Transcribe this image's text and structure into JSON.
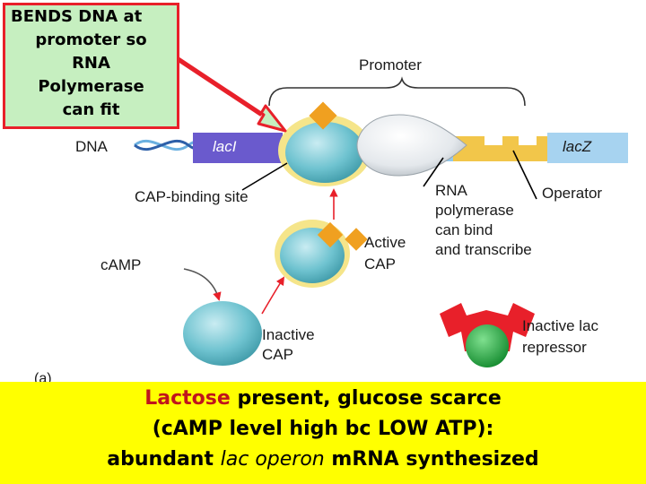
{
  "callout": {
    "line1": "BENDS DNA at",
    "line2": "promoter so",
    "line3": "RNA",
    "line4": "Polymerase",
    "line5": "can fit"
  },
  "labels": {
    "promoter": "Promoter",
    "dna": "DNA",
    "laci": "lacI",
    "lacz": "lacZ",
    "cap_binding_site": "CAP-binding site",
    "rna_polymerase": [
      "RNA",
      "polymerase",
      "can bind",
      "and transcribe"
    ],
    "operator": "Operator",
    "active_cap": [
      "Active",
      "CAP"
    ],
    "camp": "cAMP",
    "inactive_cap": [
      "Inactive",
      "CAP"
    ],
    "inactive_repressor": [
      "Inactive lac",
      "repressor"
    ],
    "panel_letter": "(a)"
  },
  "footer": {
    "line1_red": "Lactose",
    "line1_rest": " present, glucose scarce",
    "line2": "(cAMP level high bc LOW ATP):",
    "line3_a": "abundant ",
    "line3_italic": "lac operon",
    "line3_b": " mRNA synthesized"
  },
  "colors": {
    "callout_fill": "#c6efc0",
    "callout_border": "#e8202a",
    "footer_bg": "#ffff00",
    "lactose_red": "#c0141c",
    "laci_purple": "#6a5acd",
    "lacz_blue": "#a7d3f0",
    "cap_teal": "#6fc3d0",
    "camp_orange": "#f0a020",
    "repressor_red": "#e8202a",
    "inducer_green": "#1e9e3a",
    "halo_yellow": "#f5e58a"
  }
}
